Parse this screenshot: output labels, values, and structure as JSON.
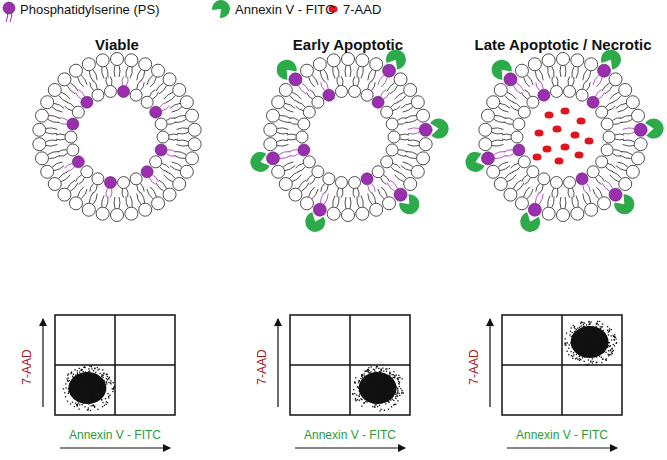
{
  "diagram": {
    "labels": [
      "Viable",
      "Early Apoptotic",
      "Late Apoptotic / Necrotic",
      "7-AAD",
      "Annexin V - FITC",
      "7-AAD",
      "Annexin V - FITC",
      "7-AAD",
      "Annexin V - FITC"
    ],
    "legend": [
      {
        "text": "Phosphatidylserine (PS)"
      },
      {
        "text": "Annexin V - FITC"
      },
      {
        "text": "7-AAD"
      }
    ]
  }
}
